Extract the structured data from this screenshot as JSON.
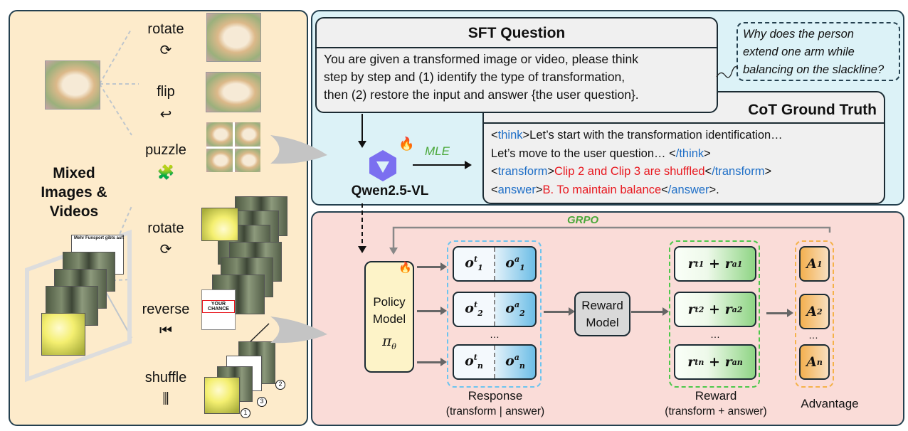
{
  "left": {
    "title_lines": [
      "Mixed",
      "Images &",
      "Videos"
    ],
    "image_transforms": [
      {
        "label": "rotate",
        "icon": "rotate-icon"
      },
      {
        "label": "flip",
        "icon": "flip-icon"
      },
      {
        "label": "puzzle",
        "icon": "puzzle-icon"
      }
    ],
    "video_transforms": [
      {
        "label": "rotate",
        "icon": "rotate-icon"
      },
      {
        "label": "reverse",
        "icon": "reverse-icon"
      },
      {
        "label": "shuffle",
        "icon": "shuffle-icon"
      }
    ],
    "shuffle_markers": [
      "1",
      "2",
      "3"
    ],
    "frame_caption": "Mehr Funsport gibts auf:",
    "sign_text": "YOUR CHANCE"
  },
  "sft": {
    "title": "SFT Question",
    "lines": [
      "You are given a transformed image or video, please think",
      "step by step and (1) identify the type of transformation,",
      "then (2) restore the input and answer {the user question}."
    ]
  },
  "user_question": [
    "Why does the person",
    "extend one arm while",
    "balancing on the slackline?"
  ],
  "model": {
    "name": "Qwen2.5-VL",
    "mle": "MLE"
  },
  "cot": {
    "title": "CoT Ground Truth",
    "l1": {
      "open": "<",
      "tag": "think",
      "close": ">",
      "text": "Let’s start with the transformation identification…"
    },
    "l2": {
      "text": "Let’s move to the user question… ",
      "open": "<",
      "tag": "/think",
      "close": ">"
    },
    "l3": {
      "open": "<",
      "tag": "transform",
      "close": ">",
      "red": "Clip 2 and Clip 3 are shuffled",
      "open2": "<",
      "tag2": "/transform",
      "close2": ">"
    },
    "l4": {
      "open": "<",
      "tag": "answer",
      "close": ">",
      "red": "B. To maintain balance",
      "open2": "<",
      "tag2": "/answer",
      "close2": ">."
    }
  },
  "grpo": {
    "label": "GRPO",
    "policy": {
      "line1": "Policy",
      "line2": "Model",
      "symbol": "π",
      "sub": "θ"
    },
    "responses": [
      {
        "t": "o",
        "st": "t",
        "sub": "1",
        "a": "o",
        "sa": "a"
      },
      {
        "t": "o",
        "st": "t",
        "sub": "2",
        "a": "o",
        "sa": "a"
      },
      {
        "t": "o",
        "st": "t",
        "sub": "n",
        "a": "o",
        "sa": "a"
      }
    ],
    "reward_model": {
      "line1": "Reward",
      "line2": "Model"
    },
    "rewards": [
      {
        "sub": "1"
      },
      {
        "sub": "2"
      },
      {
        "sub": "n"
      }
    ],
    "reward_symbol": "r",
    "plus": "+",
    "sup_t": "t",
    "sup_a": "a",
    "advantages": [
      {
        "sym": "A",
        "sub": "1"
      },
      {
        "sym": "A",
        "sub": "2"
      },
      {
        "sym": "A",
        "sub": "n"
      }
    ],
    "ellipsis": "…",
    "response_label": "Response",
    "response_sub": "(transform | answer)",
    "reward_label": "Reward",
    "reward_sub": "(transform + answer)",
    "advantage_label": "Advantage"
  },
  "colors": {
    "left_bg": "#fdebcb",
    "top_bg": "#dcf2f7",
    "bottom_bg": "#fadcd8",
    "blue": "#1f6fc7",
    "red": "#e8181f",
    "green": "#4aa83a"
  }
}
